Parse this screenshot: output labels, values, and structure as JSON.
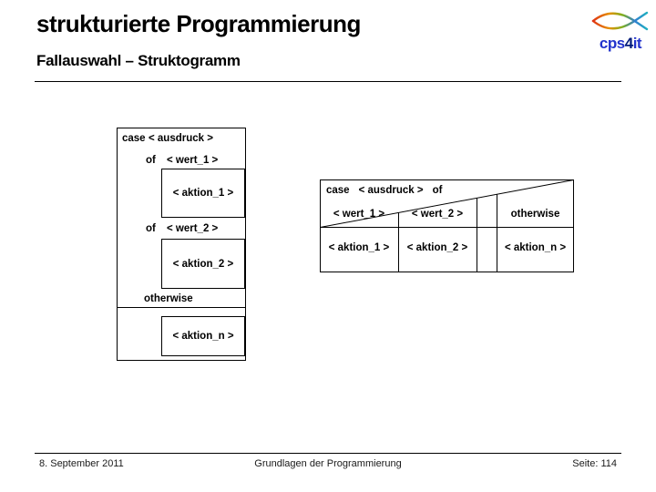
{
  "slide": {
    "title": "strukturierte Programmierung",
    "subtitle": "Fallauswahl – Struktogramm"
  },
  "logo": {
    "brand_cps": "cps",
    "brand_4": "4",
    "brand_it": "it",
    "fish_icon": "fish-outline-icon",
    "brand_color": "#2233cc"
  },
  "diagram_left": {
    "case_keyword": "case",
    "expression": "< ausdruck >",
    "of_keyword_1": "of",
    "wert_1": "< wert_1 >",
    "aktion_1": "< aktion_1 >",
    "of_keyword_2": "of",
    "wert_2": "< wert_2 >",
    "aktion_2": "< aktion_2 >",
    "otherwise_keyword": "otherwise",
    "aktion_n": "< aktion_n >"
  },
  "diagram_right": {
    "case_keyword": "case",
    "expression": "< ausdruck >",
    "of_keyword": "of",
    "wert_1": "< wert_1 >",
    "wert_2": "< wert_2 >",
    "otherwise_keyword": "otherwise",
    "aktion_1": "< aktion_1 >",
    "aktion_2": "< aktion_2 >",
    "aktion_n": "< aktion_n >"
  },
  "footer": {
    "date": "8. September 2011",
    "course": "Grundlagen der Programmierung",
    "page": "Seite: 114"
  }
}
